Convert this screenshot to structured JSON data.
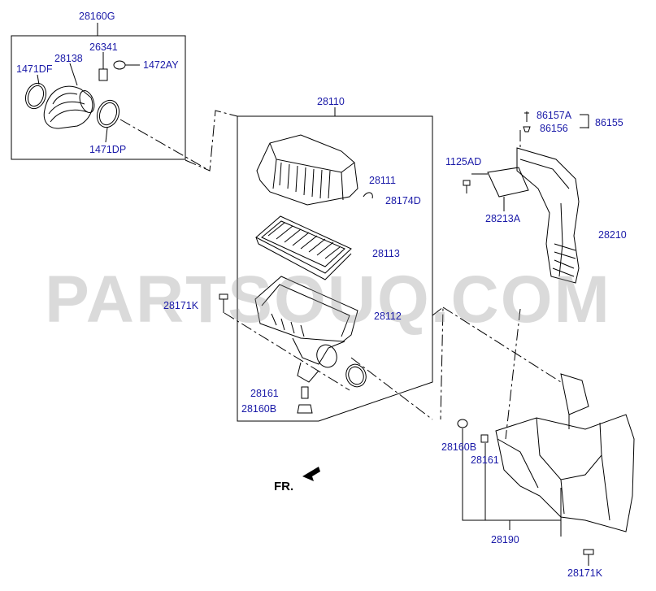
{
  "watermark": "PARTSOUQ.COM",
  "front_marker": "FR.",
  "labels": {
    "p28160G": "28160G",
    "p26341": "26341",
    "p28138": "28138",
    "p1472AY": "1472AY",
    "p1471DF": "1471DF",
    "p1471DP": "1471DP",
    "p28110": "28110",
    "p28111": "28111",
    "p28174D": "28174D",
    "p28113": "28113",
    "p28171K_a": "28171K",
    "p28112": "28112",
    "p28161_a": "28161",
    "p28160B_a": "28160B",
    "p86157A": "86157A",
    "p86156": "86156",
    "p86155": "86155",
    "p1125AD": "1125AD",
    "p28213A": "28213A",
    "p28210": "28210",
    "p28160B_b": "28160B",
    "p28161_b": "28161",
    "p28190": "28190",
    "p28171K_b": "28171K"
  },
  "colors": {
    "label": "#1a1aa8",
    "line": "#000000",
    "watermark": "#969696"
  }
}
